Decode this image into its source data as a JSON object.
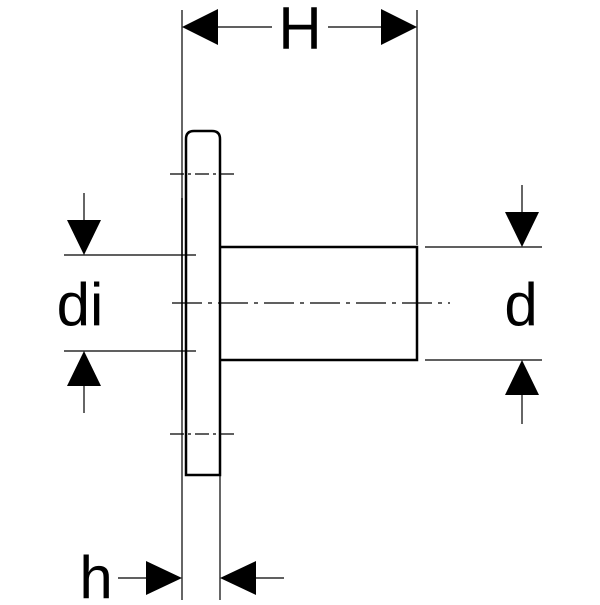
{
  "diagram": {
    "labels": {
      "H": "H",
      "di": "di",
      "d": "d",
      "h": "h"
    },
    "colors": {
      "stroke": "#000000",
      "background": "#ffffff"
    }
  }
}
